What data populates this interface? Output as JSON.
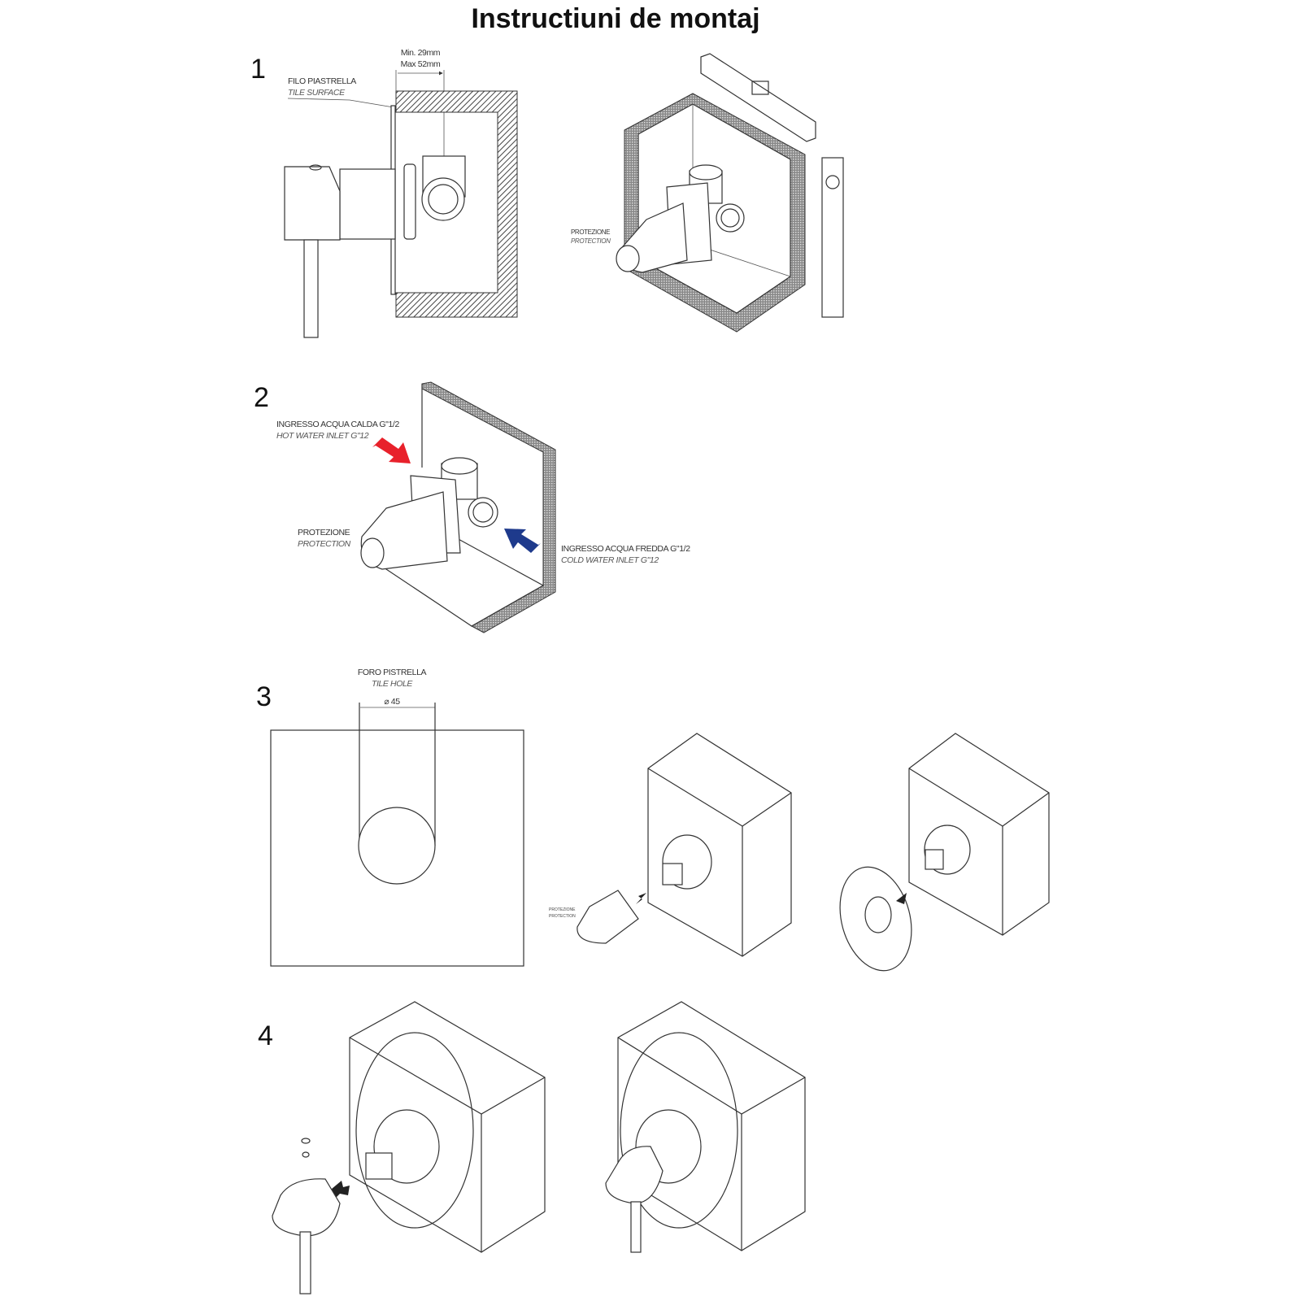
{
  "title": "Instructiuni de montaj",
  "steps": [
    {
      "number": "1",
      "dimension_min": "Min. 29mm",
      "dimension_max": "Max 52mm",
      "tile_surface_it": "FILO PIASTRELLA",
      "tile_surface_en": "TILE SURFACE",
      "protection_it": "PROTEZIONE",
      "protection_en": "PROTECTION"
    },
    {
      "number": "2",
      "hot_inlet_it": "INGRESSO ACQUA CALDA G\"1/2",
      "hot_inlet_en": "HOT WATER INLET G\"12",
      "cold_inlet_it": "INGRESSO ACQUA FREDDA G\"1/2",
      "cold_inlet_en": "COLD WATER INLET G\"12",
      "protection_it": "PROTEZIONE",
      "protection_en": "PROTECTION"
    },
    {
      "number": "3",
      "tile_hole_it": "FORO PISTRELLA",
      "tile_hole_en": "TILE HOLE",
      "diameter": "⌀ 45",
      "protection_it": "PROTEZIONE",
      "protection_en": "PROTECTION"
    },
    {
      "number": "4"
    }
  ],
  "colors": {
    "hot": "#e8212b",
    "cold": "#1e3a8c"
  }
}
